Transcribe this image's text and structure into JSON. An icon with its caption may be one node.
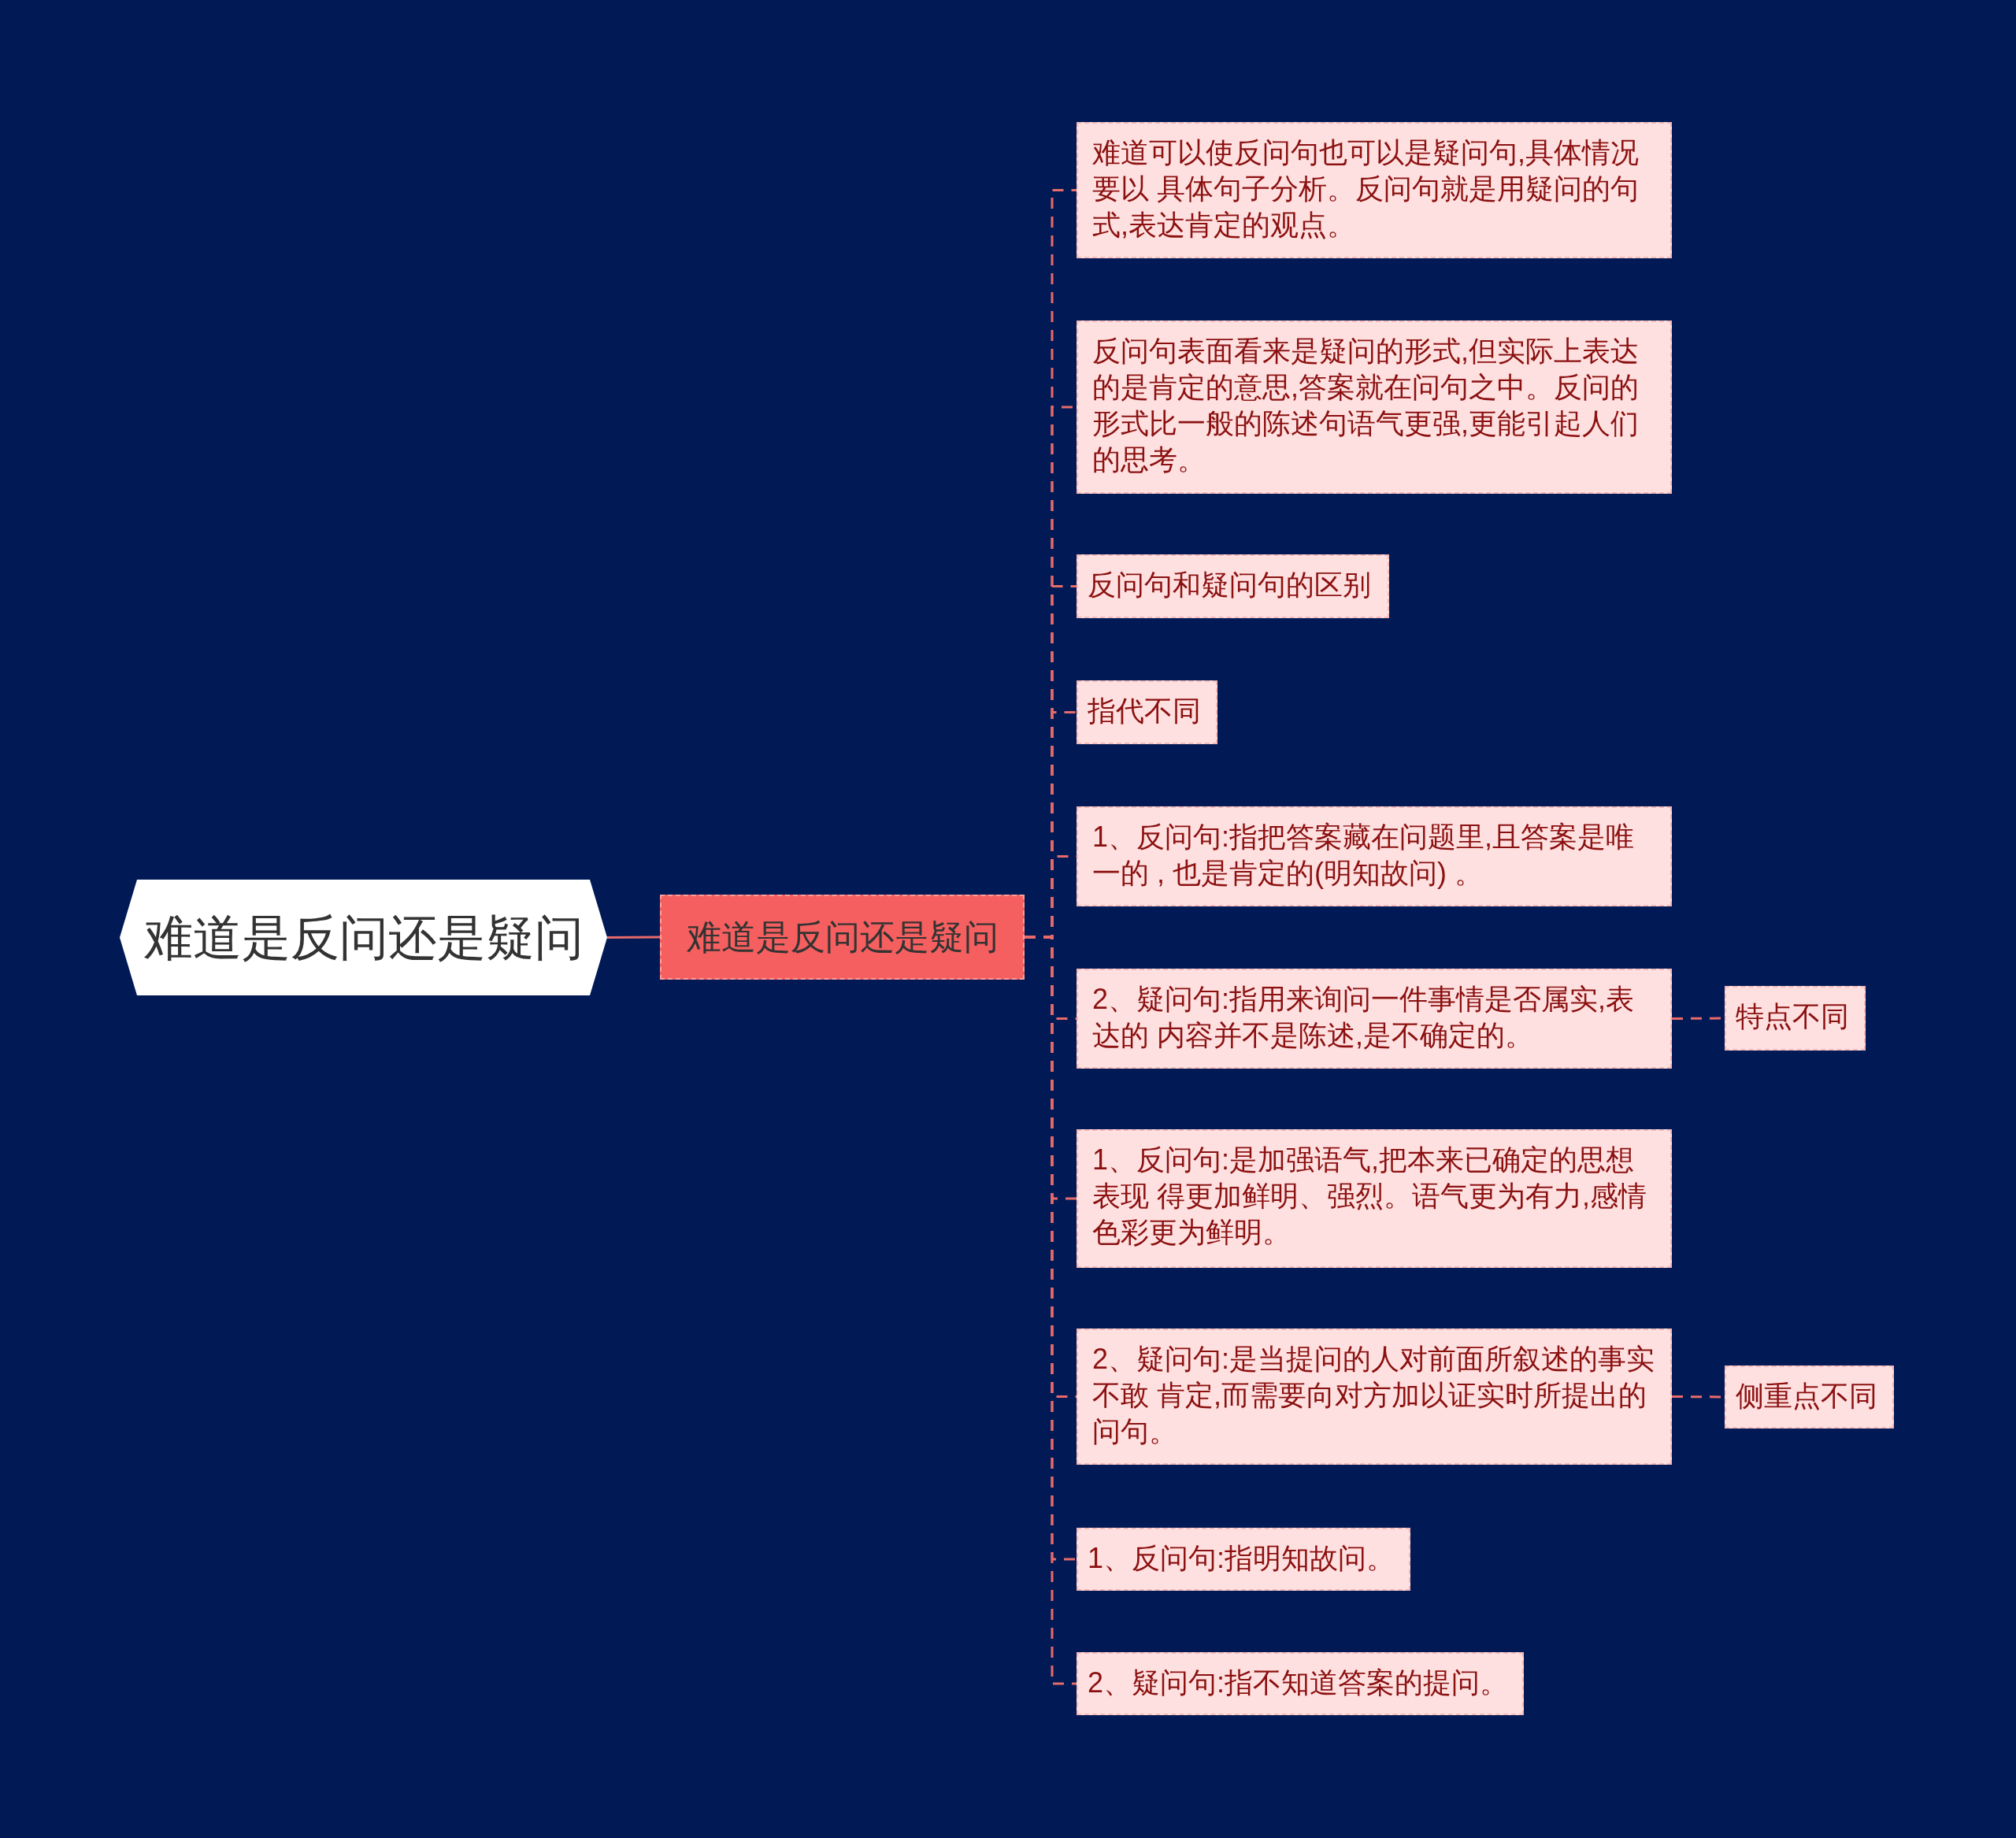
{
  "diagram": {
    "nodes": [
      {
        "text": [
          "难道是反问还是疑问"
        ]
      },
      {
        "text": [
          "难道是反问还是疑问"
        ]
      },
      {
        "text": [
          "难道可以使反问句也可以是疑问句,具体情况要以 具体句子分析。反问句就是用疑问的句式,表达肯定的观点。"
        ]
      },
      {
        "text": [
          "反问句表面看来是疑问的形式,但实际上表达的是肯定的意思,答案就在问句之中。反问的形式比一般的陈述句语气更强,更能引起人们的思考。"
        ]
      },
      {
        "text": [
          "反问句和疑问句的区别"
        ]
      },
      {
        "text": [
          "指代不同"
        ]
      },
      {
        "text": [
          "1、反问句:指把答案藏在问题里,且答案是唯一的 , 也是肯定的(明知故问) 。"
        ]
      },
      {
        "text": [
          "2、疑问句:指用来询问一件事情是否属实,表达的 内容并不是陈述,是不确定的。"
        ]
      },
      {
        "text": [
          "1、反问句:是加强语气,把本来已确定的思想表现 得更加鲜明、强烈。语气更为有力,感情色彩更为鲜明。"
        ]
      },
      {
        "text": [
          "2、疑问句:是当提问的人对前面所叙述的事实不敢 肯定,而需要向对方加以证实时所提出的问句。"
        ]
      },
      {
        "text": [
          "1、反问句:指明知故问。"
        ]
      },
      {
        "text": [
          "2、疑问句:指不知道答案的提问。"
        ]
      },
      {
        "text": [
          "特点不同"
        ]
      },
      {
        "text": [
          "侧重点不同"
        ]
      }
    ],
    "edges": [
      {
        "from": 0,
        "to": 1,
        "arrow": "none"
      },
      {
        "from": 1,
        "to": 2,
        "arrow": "none",
        "style": "dashed"
      },
      {
        "from": 1,
        "to": 3,
        "arrow": "none",
        "style": "dashed"
      },
      {
        "from": 1,
        "to": 4,
        "arrow": "none",
        "style": "dashed"
      },
      {
        "from": 1,
        "to": 5,
        "arrow": "none",
        "style": "dashed"
      },
      {
        "from": 1,
        "to": 6,
        "arrow": "none",
        "style": "dashed"
      },
      {
        "from": 1,
        "to": 7,
        "arrow": "none",
        "style": "dashed"
      },
      {
        "from": 1,
        "to": 8,
        "arrow": "none",
        "style": "dashed"
      },
      {
        "from": 1,
        "to": 9,
        "arrow": "none",
        "style": "dashed"
      },
      {
        "from": 1,
        "to": 10,
        "arrow": "none",
        "style": "dashed"
      },
      {
        "from": 1,
        "to": 11,
        "arrow": "none",
        "style": "dashed"
      },
      {
        "from": 7,
        "to": 12,
        "arrow": "none",
        "style": "dashed"
      },
      {
        "from": 9,
        "to": 13,
        "arrow": "none",
        "style": "dashed"
      }
    ]
  }
}
